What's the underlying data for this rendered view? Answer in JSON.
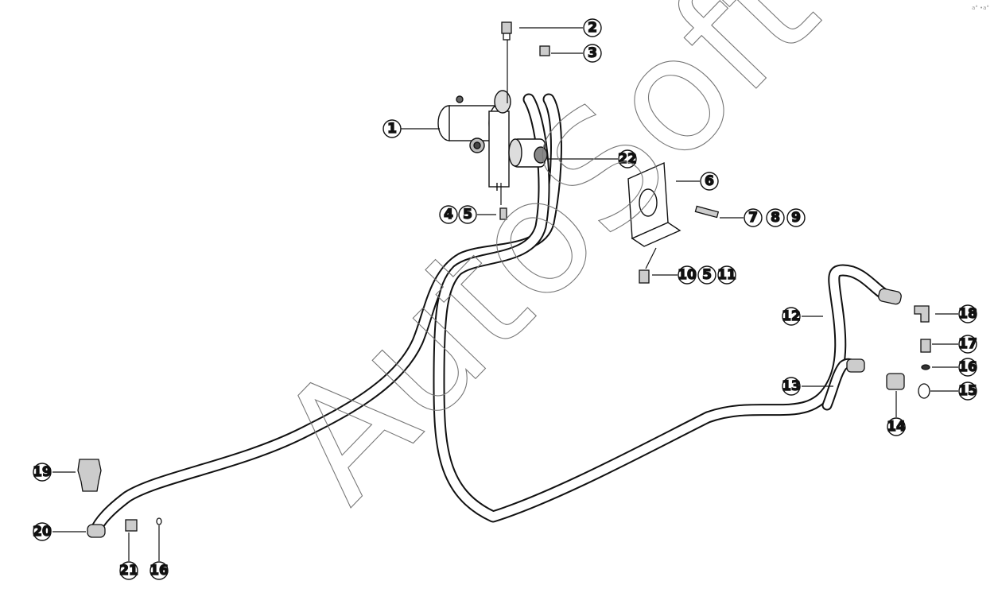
{
  "watermark": "AutoSoft",
  "corner_mark": "a° •a°",
  "callouts": [
    "1",
    "2",
    "3",
    "4",
    "5",
    "6",
    "7",
    "8",
    "9",
    "10",
    "5",
    "11",
    "12",
    "13",
    "14",
    "15",
    "16",
    "17",
    "18",
    "19",
    "20",
    "21",
    "16",
    "22"
  ],
  "colors": {
    "line": "#111111",
    "fill": "#ffffff",
    "shade": "#cfcfcf",
    "watermark": "#777777"
  }
}
